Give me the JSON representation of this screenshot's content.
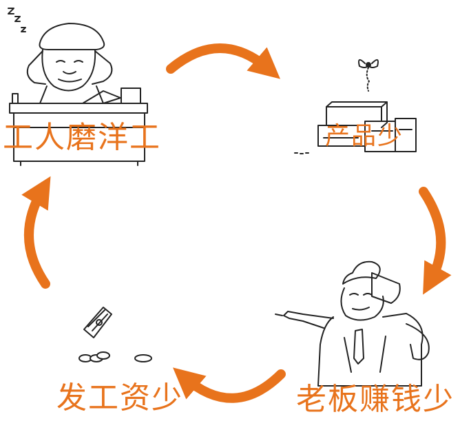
{
  "colors": {
    "accent": "#E8731C",
    "ink": "#222222",
    "background": "#ffffff"
  },
  "nodes": [
    {
      "id": "workers",
      "label": "工人磨洋工",
      "icon": "sleeping-worker-at-desk"
    },
    {
      "id": "products",
      "label": "产品少",
      "icon": "pile-of-boxes-with-fly"
    },
    {
      "id": "boss",
      "label": "老板赚钱少",
      "icon": "angry-boss-pointing"
    },
    {
      "id": "wages",
      "label": "发工资少",
      "icon": "banknote-and-coins"
    }
  ],
  "cycle": {
    "direction": "clockwise",
    "arrows": [
      "workers-to-products",
      "products-to-boss",
      "boss-to-wages",
      "wages-to-workers"
    ]
  }
}
